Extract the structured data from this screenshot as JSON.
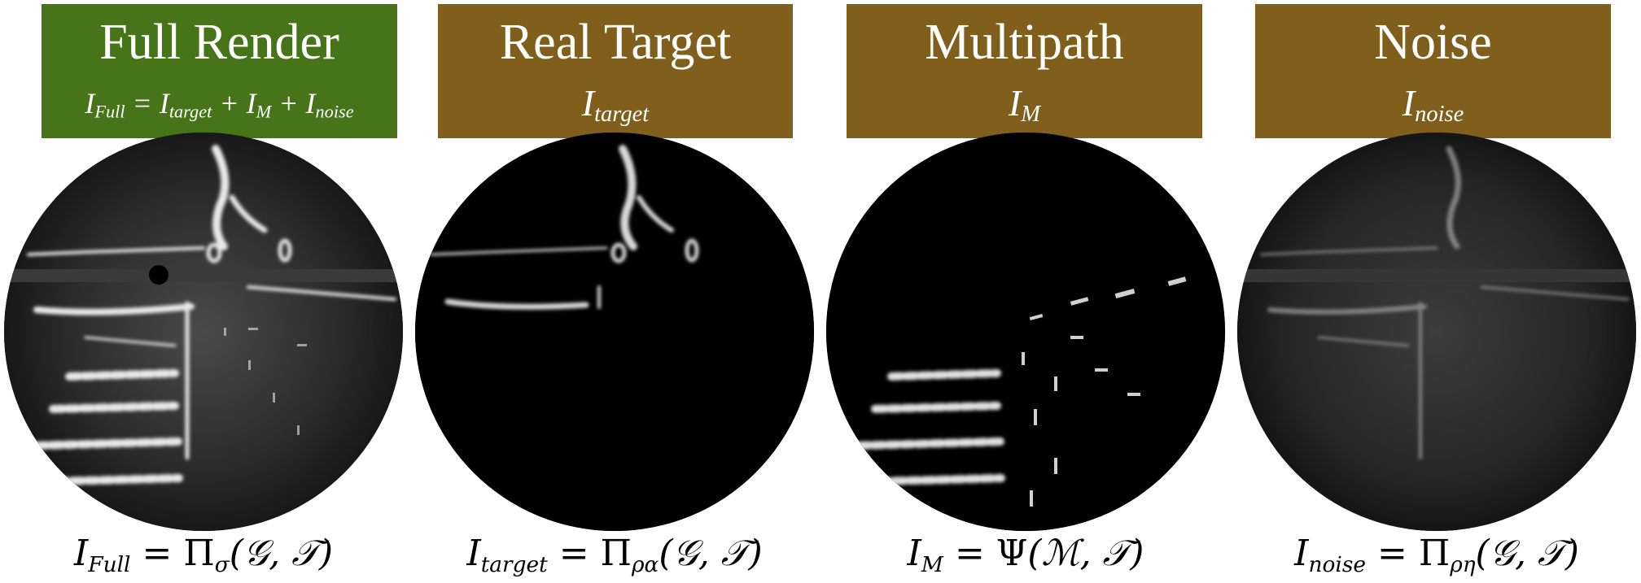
{
  "colors": {
    "full_header": "#477418",
    "component_header": "#7f5f1b",
    "header_text": "#ffffff",
    "radar_background": "#000000"
  },
  "panels": [
    {
      "title": "Full Render",
      "subtitle_symbol": "I",
      "subtitle_index": "Full",
      "subtitle_rest": "= I_target + I_M + I_noise",
      "formula_lhs": "I",
      "formula_lhs_index": "Full",
      "formula_rhs": "= Π_σ(𝒢, 𝒯)"
    },
    {
      "title": "Real Target",
      "subtitle_symbol": "I",
      "subtitle_index": "target",
      "formula_lhs": "I",
      "formula_lhs_index": "target",
      "formula_rhs": "= Π_ρα(𝒢, 𝒯)"
    },
    {
      "title": "Multipath",
      "subtitle_symbol": "I",
      "subtitle_index": "M",
      "formula_lhs": "I",
      "formula_lhs_index": "M",
      "formula_rhs": "= Ψ(ℳ, 𝒯)"
    },
    {
      "title": "Noise",
      "subtitle_symbol": "I",
      "subtitle_index": "noise",
      "formula_lhs": "I",
      "formula_lhs_index": "noise",
      "formula_rhs": "= Π_ρη(𝒢, 𝒯)"
    }
  ],
  "full_subtitle_terms": [
    {
      "symbol": "I",
      "index": "target"
    },
    {
      "symbol": "I",
      "index": "M"
    },
    {
      "symbol": "I",
      "index": "noise"
    }
  ],
  "formula_parts": {
    "full": {
      "op": "Π",
      "index": "σ",
      "args": "(𝒢, 𝒯)"
    },
    "target": {
      "op": "Π",
      "index": "ρα",
      "args": "(𝒢, 𝒯)"
    },
    "multipath": {
      "op": "Ψ",
      "args": "(ℳ, 𝒯)"
    },
    "noise": {
      "op": "Π",
      "index": "ρη",
      "args": "(𝒢, 𝒯)"
    }
  }
}
